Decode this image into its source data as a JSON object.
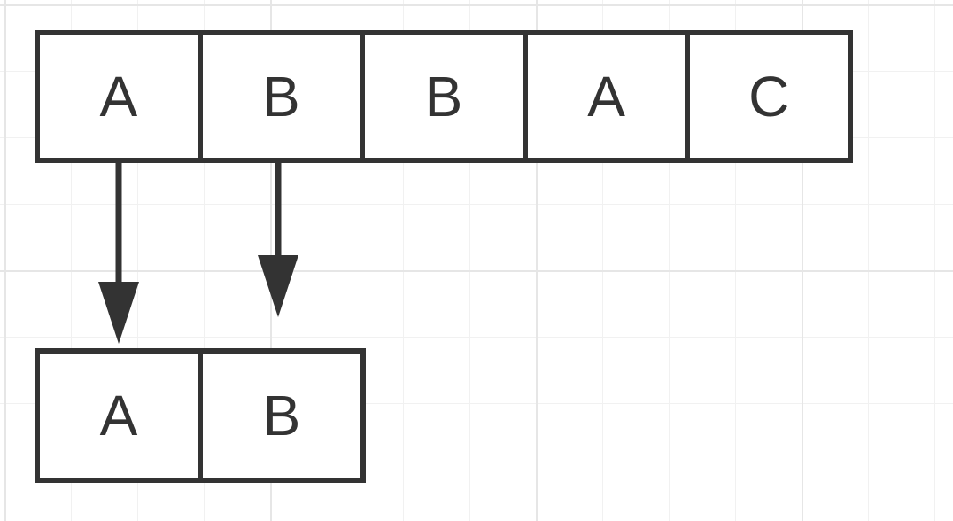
{
  "diagram": {
    "top_row": [
      "A",
      "B",
      "B",
      "A",
      "C"
    ],
    "bottom_row": [
      "A",
      "B"
    ],
    "colors": {
      "stroke": "#333333",
      "grid_major": "#e6e6e6",
      "grid_minor": "#f1f1f1",
      "background": "#ffffff"
    }
  }
}
